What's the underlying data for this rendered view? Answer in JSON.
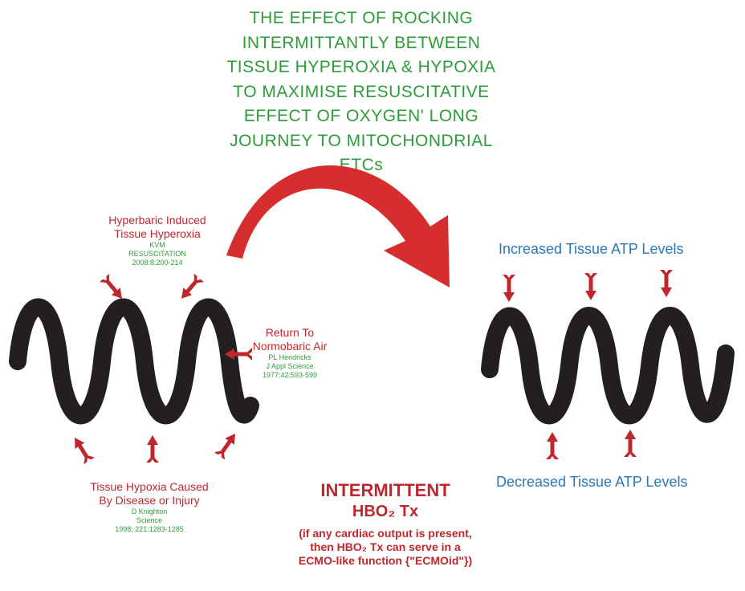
{
  "title_lines": [
    "THE EFFECT OF ROCKING",
    "INTERMITTANTLY BETWEEN",
    "TISSUE HYPEROXIA & HYPOXIA",
    "TO MAXIMISE RESUSCITATIVE",
    "EFFECT OF OXYGEN' LONG",
    "JOURNEY TO MITOCHONDRIAL",
    "ETCs"
  ],
  "left": {
    "hyperoxia": {
      "line1": "Hyperbaric Induced",
      "line2": "Tissue Hyperoxia",
      "cite1": "KVM",
      "cite2": "RESUSCITATION",
      "cite3": "2008:8:200-214"
    },
    "normobaric": {
      "line1": "Return To",
      "line2": "Normobaric Air",
      "cite1": "PL Hendricks",
      "cite2": "J Appl Science",
      "cite3": "1977:42:593-599"
    },
    "hypoxia": {
      "line1": "Tissue Hypoxia Caused",
      "line2": "By Disease or Injury",
      "cite1": "D Knighton",
      "cite2": "Science",
      "cite3": "1998; 221:1283-1285"
    }
  },
  "right": {
    "top_label": "Increased Tissue ATP Levels",
    "bottom_label": "Decreased Tissue ATP Levels"
  },
  "bottom": {
    "line1": "INTERMITTENT",
    "line2": "HBO₂ Tx",
    "note1": "(if any cardiac output is present,",
    "note2": "then HBO₂ Tx can serve in a",
    "note3": "ECMO-like function {\"ECMOid\"})"
  },
  "colors": {
    "title": "#2e9b3a",
    "red": "#c0272d",
    "blue": "#2a78b8",
    "wave": "#231f20"
  }
}
